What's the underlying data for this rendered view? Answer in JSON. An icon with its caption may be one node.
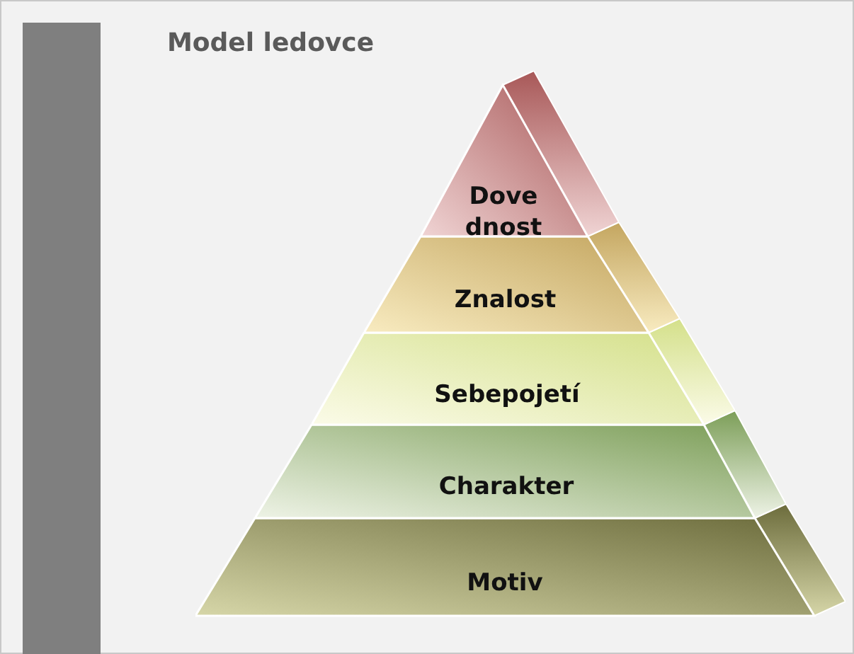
{
  "diagram": {
    "title": "Model ledovce",
    "nodes": [
      {
        "text": [
          "Dove dnost"
        ]
      },
      {
        "text": [
          "Znalost"
        ]
      },
      {
        "text": [
          "Sebepojetí"
        ]
      },
      {
        "text": [
          "Charakter"
        ]
      },
      {
        "text": [
          "Motiv"
        ]
      }
    ],
    "edges": []
  }
}
